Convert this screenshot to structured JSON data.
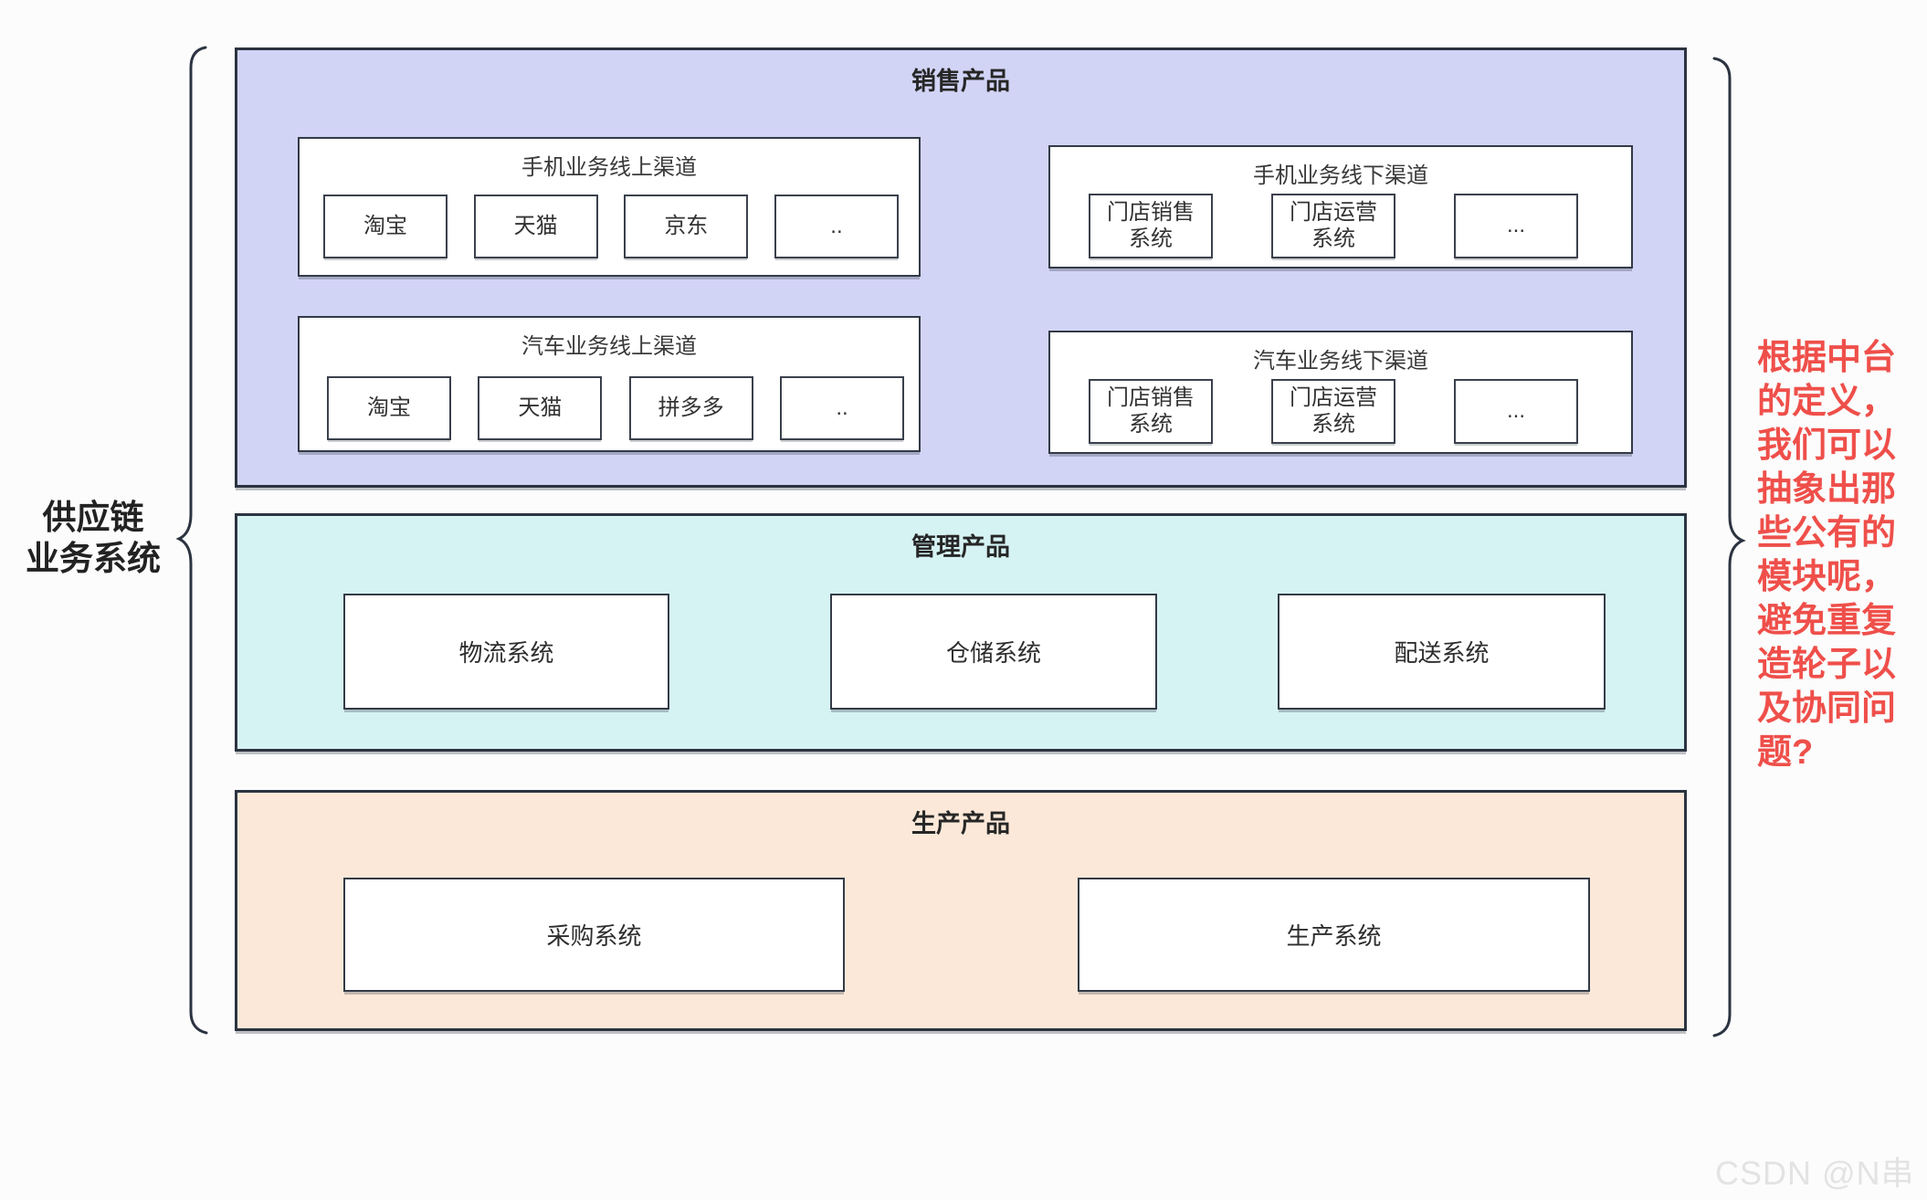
{
  "side_label": {
    "text": "供应链\n业务系统"
  },
  "sections": [
    {
      "id": "sales",
      "title": "销售产品",
      "fill": "#d2d4f6",
      "groups": [
        {
          "title": "手机业务线上渠道",
          "items": [
            "淘宝",
            "天猫",
            "京东",
            ".."
          ]
        },
        {
          "title": "手机业务线下渠道",
          "items": [
            "门店销售\n系统",
            "门店运营\n系统",
            "..."
          ]
        },
        {
          "title": "汽车业务线上渠道",
          "items": [
            "淘宝",
            "天猫",
            "拼多多",
            ".."
          ]
        },
        {
          "title": "汽车业务线下渠道",
          "items": [
            "门店销售\n系统",
            "门店运营\n系统",
            "..."
          ]
        }
      ]
    },
    {
      "id": "management",
      "title": "管理产品",
      "fill": "#d6f3f4",
      "boxes": [
        "物流系统",
        "仓储系统",
        "配送系统"
      ]
    },
    {
      "id": "production",
      "title": "生产产品",
      "fill": "#fbe8d8",
      "boxes": [
        "采购系统",
        "生产系统"
      ]
    }
  ],
  "annotation": {
    "text": "根据中台\n的定义，\n我们可以\n抽象出那\n些公有的\n模块呢，\n避免重复\n造轮子以\n及协同问\n题?",
    "color": "#ef4f4a"
  },
  "watermark": {
    "text": "CSDN @N串"
  },
  "line_color": "#2c3340"
}
